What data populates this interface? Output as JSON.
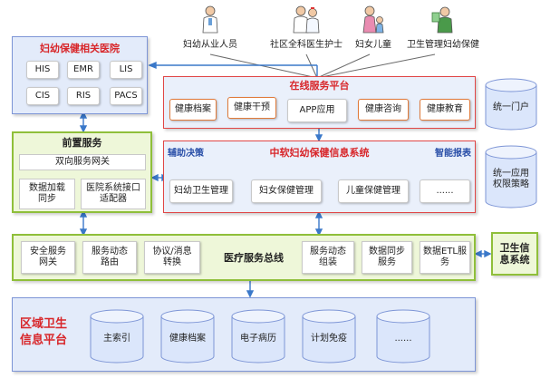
{
  "users": [
    {
      "label": "妇幼从业人员",
      "icon": "doctor-person-icon"
    },
    {
      "label": "社区全科医生护士",
      "icon": "doctor-nurse-group-icon"
    },
    {
      "label": "妇女儿童",
      "icon": "mother-child-icon"
    },
    {
      "label": "卫生管理妇幼保健",
      "icon": "health-manager-icon"
    }
  ],
  "hospital": {
    "title": "妇幼保健相关医院",
    "systems": [
      "HIS",
      "EMR",
      "LIS",
      "CIS",
      "RIS",
      "PACS"
    ]
  },
  "front_service": {
    "title": "前置服务",
    "gateway": "双向服务网关",
    "left_box": "数据加载\n同步",
    "right_box": "医院系统接口\n适配器"
  },
  "online_platform": {
    "title": "在线服务平台",
    "items": [
      "健康档案",
      "健康干预",
      "APP应用",
      "健康咨询",
      "健康教育"
    ]
  },
  "core_system": {
    "title": "中软妇幼保健信息系统",
    "left_label": "辅助决策",
    "right_label": "智能报表",
    "items": [
      "妇幼卫生管理",
      "妇女保健管理",
      "儿童保健管理",
      "......"
    ]
  },
  "side_db": {
    "portal": "统一门户",
    "access": "统一应用\n权限策略"
  },
  "bus": {
    "title": "医疗服务总线",
    "left_items": [
      "安全服务\n网关",
      "服务动态\n路由",
      "协议/消息\n转换"
    ],
    "right_items": [
      "服务动态\n组装",
      "数据同步\n服务",
      "数据ETL服\n务"
    ]
  },
  "health_system": "卫生信\n息系统",
  "regional": {
    "title": "区域卫生\n信息平台",
    "dbs": [
      "主索引",
      "健康档案",
      "电子病历",
      "计划免疫",
      "......"
    ]
  },
  "colors": {
    "green_fill": "#eef7d9",
    "green_border": "#8fbf3a",
    "blue_fill": "#e3ebfa",
    "blue_border": "#7d95d6",
    "red_border": "#e04646",
    "red_text": "#d8262a",
    "arrow": "#3a78c9"
  }
}
